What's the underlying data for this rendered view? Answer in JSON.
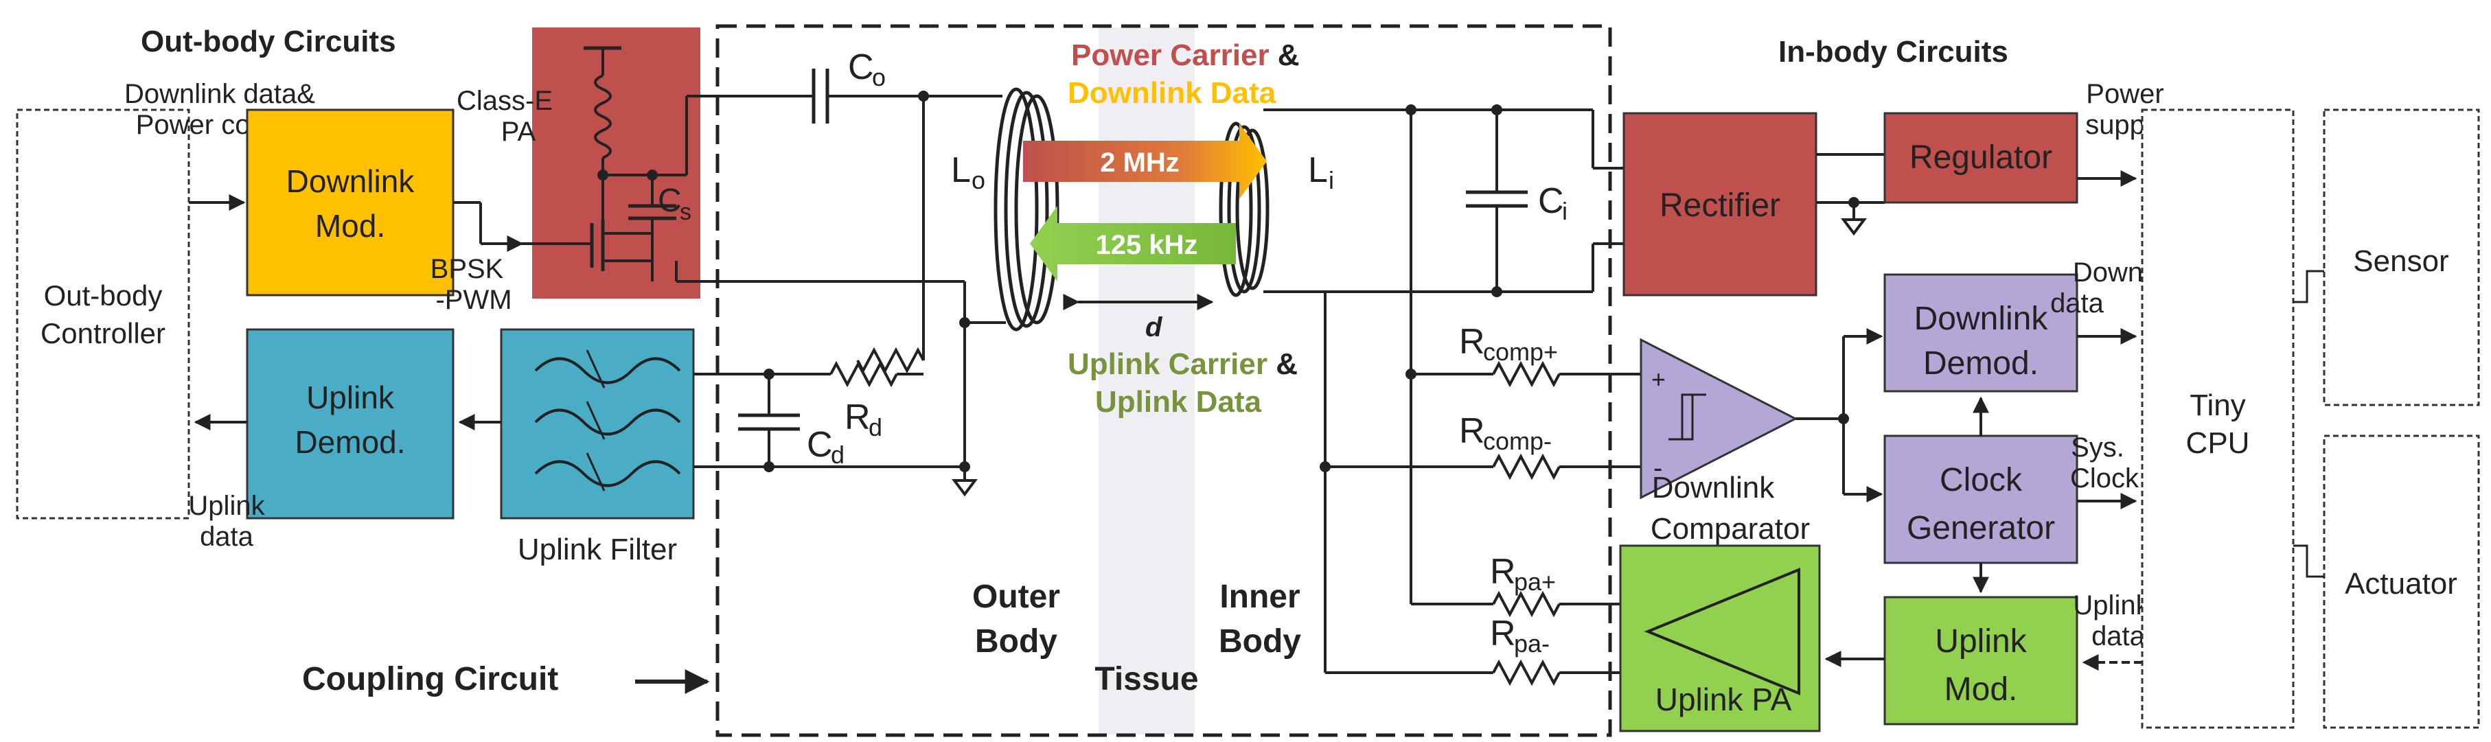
{
  "headings": {
    "out_body": "Out-body Circuits",
    "in_body": "In-body Circuits",
    "coupling": "Coupling Circuit"
  },
  "signals": {
    "downlink_power_1": "Downlink data&",
    "downlink_power_2": "Power control",
    "bpsk_1": "BPSK",
    "bpsk_2": "-PWM",
    "uplink_data_out_1": "Uplink",
    "uplink_data_out_2": "data",
    "power_supply_1": "Power",
    "power_supply_2": "supply",
    "downlink_data_in_1": "Downlink",
    "downlink_data_in_2": "data",
    "sys_clock_1": "Sys.",
    "sys_clock_2": "Clock",
    "uplink_data_in_1": "Uplink",
    "uplink_data_in_2": "data"
  },
  "blocks": {
    "out_body_controller_1": "Out-body",
    "out_body_controller_2": "Controller",
    "downlink_mod_1": "Downlink",
    "downlink_mod_2": "Mod.",
    "uplink_demod_1": "Uplink",
    "uplink_demod_2": "Demod.",
    "uplink_filter": "Uplink Filter",
    "class_e_1": "Class-E",
    "class_e_2": "PA",
    "rectifier": "Rectifier",
    "regulator": "Regulator",
    "downlink_demod_1": "Downlink",
    "downlink_demod_2": "Demod.",
    "clock_gen_1": "Clock",
    "clock_gen_2": "Generator",
    "uplink_mod_1": "Uplink",
    "uplink_mod_2": "Mod.",
    "uplink_pa": "Uplink PA",
    "comparator_1": "Downlink",
    "comparator_2": "Comparator",
    "tiny_cpu_1": "Tiny",
    "tiny_cpu_2": "CPU",
    "sensor": "Sensor",
    "actuator": "Actuator"
  },
  "components": {
    "co": "C",
    "co_sub": "o",
    "cs": "C",
    "cs_sub": "s",
    "cd": "C",
    "cd_sub": "d",
    "rd": "R",
    "rd_sub": "d",
    "lo": "L",
    "lo_sub": "o",
    "li": "L",
    "li_sub": "i",
    "ci": "C",
    "ci_sub": "i",
    "rcomp_plus": "R",
    "rcomp_plus_sub": "comp+",
    "rcomp_minus": "R",
    "rcomp_minus_sub": "comp-",
    "rpa_plus": "R",
    "rpa_plus_sub": "pa+",
    "rpa_minus": "R",
    "rpa_minus_sub": "pa-",
    "comp_plus": "+",
    "comp_minus": "-"
  },
  "link": {
    "power_carrier": "Power Carrier",
    "amp1": " &",
    "downlink_data": "Downlink Data",
    "freq_down": "2 MHz",
    "freq_up": "125 kHz",
    "distance": "d",
    "uplink_carrier": "Uplink Carrier",
    "amp2": " &",
    "uplink_data": "Uplink Data"
  },
  "tissue": {
    "outer_1": "Outer",
    "outer_2": "Body",
    "tissue": "Tissue",
    "inner_1": "Inner",
    "inner_2": "Body"
  },
  "colors": {
    "yellow": "#FFC000",
    "teal": "#4BACC6",
    "red": "#C0504D",
    "purple": "#B4A7D6",
    "green": "#92D050",
    "power_text": "#C0504D",
    "downlink_text": "#FFC000",
    "uplink_text": "#77933C"
  }
}
